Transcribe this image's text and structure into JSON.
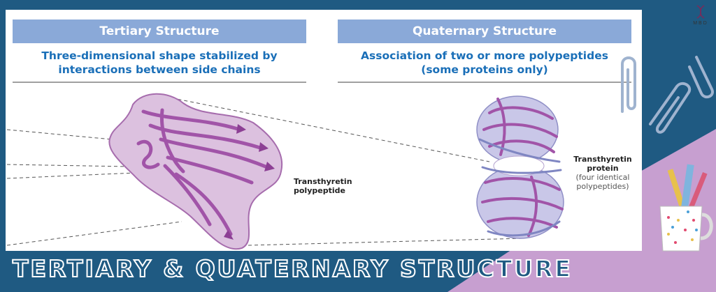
{
  "slide": {
    "banner_title": "TERTIARY & QUATERNARY STRUCTURE",
    "logo_text": "MBD"
  },
  "tertiary": {
    "header": "Tertiary Structure",
    "subtitle_line1": "Three-dimensional shape stabilized by",
    "subtitle_line2": "interactions between side chains",
    "label_line1": "Transthyretin",
    "label_line2": "polypeptide"
  },
  "quaternary": {
    "header": "Quaternary Structure",
    "subtitle_line1": "Association of two or more polypeptides",
    "subtitle_line2": "(some proteins only)",
    "label_line1": "Transthyretin",
    "label_line2": "protein",
    "label_line3": "(four identical",
    "label_line4": "polypeptides)"
  },
  "colors": {
    "background_teal": "#1f5a82",
    "header_blue": "#8aa9d8",
    "subtitle_blue": "#1a6fb8",
    "protein_purple": "#a154a8",
    "corner_lilac": "#c79fd0"
  },
  "icons": [
    "paperclip-icon",
    "pencil-cup-icon",
    "dna-logo-icon"
  ]
}
